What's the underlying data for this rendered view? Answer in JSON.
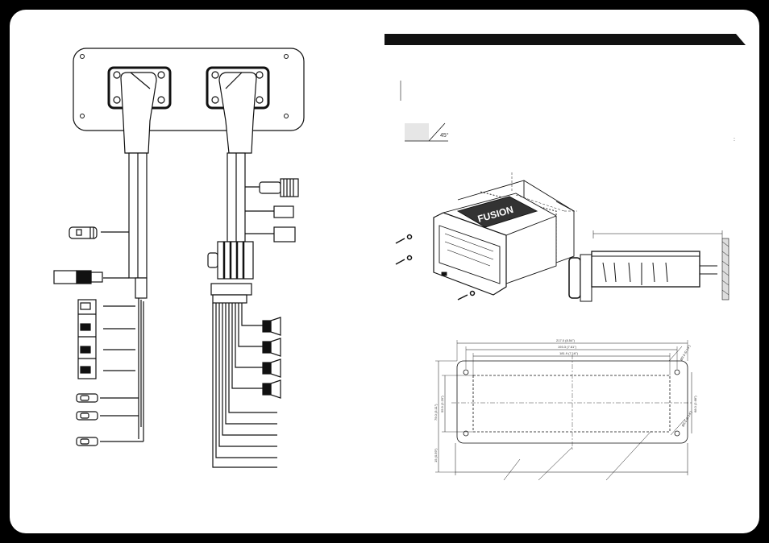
{
  "angle_label": "45°",
  "footnote_mark": ":",
  "brand_logo": "FUSION",
  "dimensions": {
    "overall_width": "217.0 (8.54\")",
    "flange_width": "193.3 (7.61\")",
    "cutout_width": "181.9 (7.16\")",
    "overall_height": "79.0 (3.11\")",
    "flange_height": "55.9 (2.20\")",
    "cutout_height": "68.0 (2.68\")",
    "depth": "15 (0.59\")",
    "hole_top": "Ø3.5 (0.14\")",
    "hole_bottom": "Ø3.5 (0.14\")"
  },
  "colors": {
    "frame": "#000000",
    "page": "#ffffff",
    "ink": "#111111"
  }
}
